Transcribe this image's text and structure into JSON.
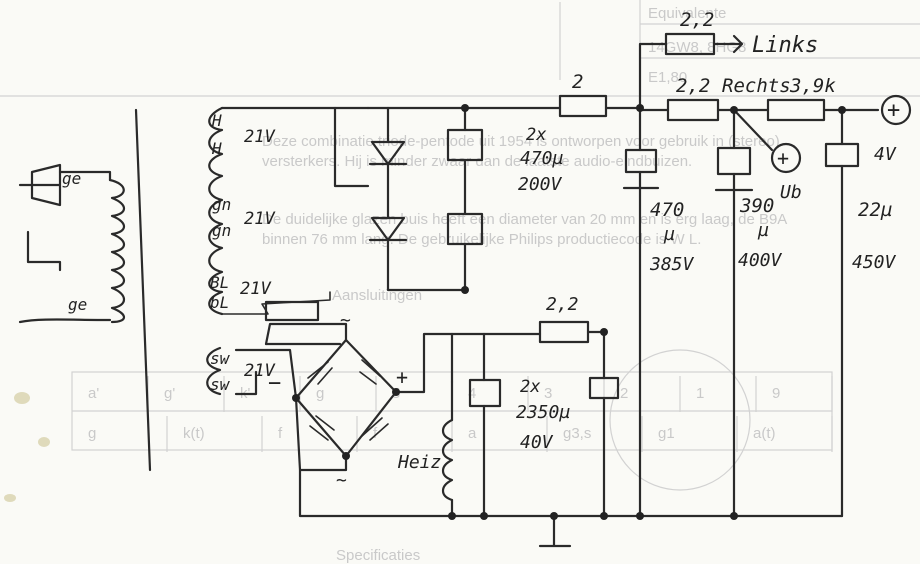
{
  "background_text": {
    "equiv_label": "Equivalente",
    "equiv_value": "14GW8, 8HG8",
    "line1": "Deze combinatie triode-pentode uit 1954 is ontworpen voor gebruik in (stereo)",
    "line2": "versterkers. Hij is minder zwaar dan de laatste audio-eindbuizen.",
    "line3": "De duidelijke glazen buis heeft een diameter van 20 mm en is erg laag, de B9A",
    "line4": "binnen 76 mm lang. De gebruikelijke Philips productiecode is W L.",
    "heading_connections": "Aansluitingen",
    "heading_specs": "Specificaties",
    "value_e180": "E1,80",
    "pin_row1": [
      "a'",
      "g'",
      "k'",
      "g",
      "5",
      "4",
      "3",
      "2",
      "1",
      "9"
    ],
    "pin_row2": [
      "g",
      "k(t)",
      "f",
      "f",
      "a",
      "g3,s",
      "g1",
      "a(t)"
    ]
  },
  "schematic_labels": {
    "r_links_value": "2,2",
    "links": "Links",
    "r_series_value": "2",
    "r_rechts_value": "2,2",
    "rechts": "Rechts",
    "r_rechts2_value": "3,9k",
    "plus_right": "+",
    "voltage_right": "4V",
    "plus_ub": "+",
    "ub": "Ub",
    "cap1_label": "2x",
    "cap1_value": "470µ",
    "cap1_voltage": "200V",
    "cap2_value": "470",
    "cap2_unit": "µ",
    "cap2_voltage": "385V",
    "cap3_value": "390",
    "cap3_unit": "µ",
    "cap3_voltage": "400V",
    "cap4_value": "22µ",
    "cap4_voltage": "450V",
    "tap_h1": "H",
    "tap_h2": "H",
    "tap_ge1": "ge",
    "tap_ge2": "ge",
    "tap_gn1": "gn",
    "tap_gn2": "gn",
    "tap_bl1": "BL",
    "tap_bl2": "bL",
    "tap_sw1": "sw",
    "tap_sw2": "sw",
    "winding_v1": "21V",
    "winding_v2": "21V",
    "winding_v3": "21V",
    "winding_v4": "21V",
    "bridge_minus": "−",
    "bridge_plus": "+",
    "tilde_top": "~",
    "tilde_bottom": "~",
    "r_low_value": "2,2",
    "cap5_label": "2x",
    "cap5_value": "2350µ",
    "cap5_voltage": "40V",
    "heiz": "Heiz"
  }
}
